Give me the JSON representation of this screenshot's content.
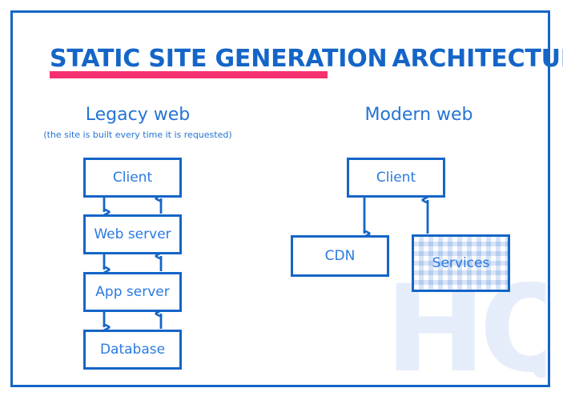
{
  "poster": {
    "title_part1": "STATIC SITE GENERATION",
    "title_part2": "ARCHITECTURE",
    "watermark": "HQ",
    "colors": {
      "brand_blue": "#1565c8",
      "text_blue": "#2a7ae0",
      "heading_blue": "#2574d4",
      "highlight_pink": "#f6306e",
      "pattern_blue": "#d7e4f7",
      "watermark_blue": "#e6edfa",
      "background": "#ffffff"
    }
  },
  "columns": [
    {
      "id": "legacy",
      "heading": "Legacy web",
      "subheading": "(the site is built every time it is requested)",
      "nodes": [
        {
          "id": "legacy-client",
          "label": "Client"
        },
        {
          "id": "legacy-web-server",
          "label": "Web server"
        },
        {
          "id": "legacy-app-server",
          "label": "App server"
        },
        {
          "id": "legacy-database",
          "label": "Database"
        }
      ],
      "connections": [
        {
          "from": "legacy-client",
          "to": "legacy-web-server",
          "direction": "bidirectional"
        },
        {
          "from": "legacy-web-server",
          "to": "legacy-app-server",
          "direction": "bidirectional"
        },
        {
          "from": "legacy-app-server",
          "to": "legacy-database",
          "direction": "bidirectional"
        }
      ]
    },
    {
      "id": "modern",
      "heading": "Modern web",
      "subheading": "",
      "nodes": [
        {
          "id": "modern-client",
          "label": "Client"
        },
        {
          "id": "modern-cdn",
          "label": "CDN"
        },
        {
          "id": "modern-services",
          "label": "Services"
        }
      ],
      "connections": [
        {
          "from": "modern-client",
          "to": "modern-cdn",
          "direction": "down"
        },
        {
          "from": "modern-services",
          "to": "modern-client",
          "direction": "up"
        }
      ]
    }
  ]
}
